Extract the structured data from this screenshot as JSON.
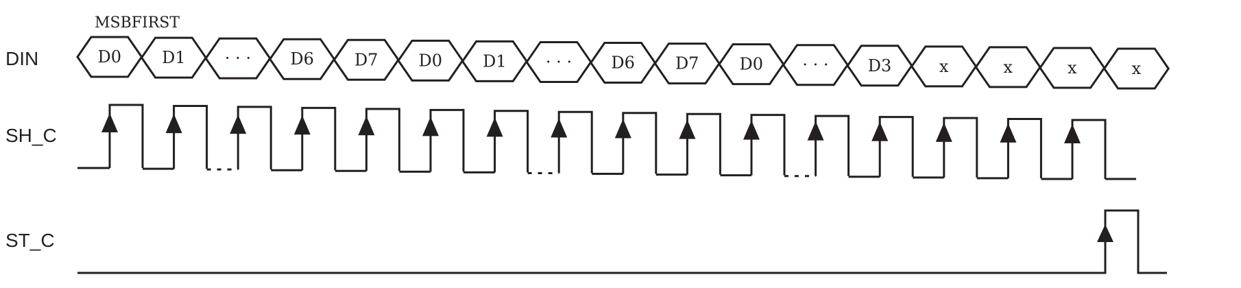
{
  "diagram": {
    "header": "MSBFIRST",
    "signals": {
      "din": "DIN",
      "sh_c": "SH_C",
      "st_c": "ST_C"
    },
    "din_bits": [
      "D0",
      "D1",
      "· · ·",
      "D6",
      "D7",
      "D0",
      "D1",
      "· · ·",
      "D6",
      "D7",
      "D0",
      "· · ·",
      "D3",
      "x",
      "x",
      "x",
      "x"
    ]
  }
}
